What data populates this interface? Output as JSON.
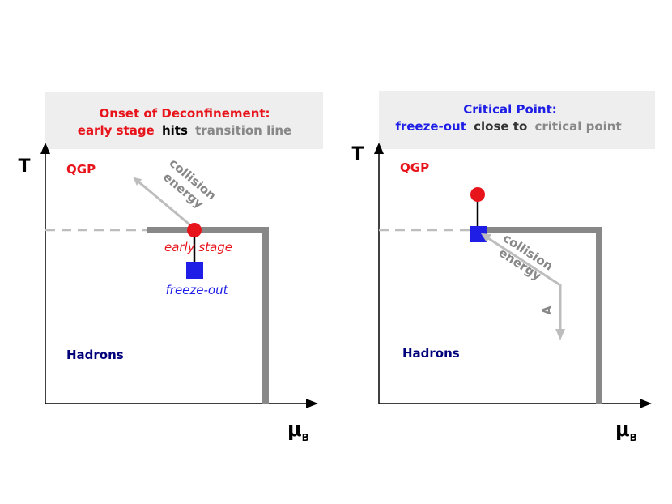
{
  "colors": {
    "red": "#e8141b",
    "blue": "#1e1ee6",
    "navy": "#00007a",
    "grey": "#888888",
    "lightgrey": "#bdbdbd",
    "panel": "#eeeeee",
    "black": "#000000"
  },
  "left": {
    "title_line1": "Onset of Deconfinement:",
    "title_line2_a": "early stage",
    "title_line2_b": "hits",
    "title_line2_c": "transition line",
    "y_axis": "T",
    "x_axis": "μ",
    "x_axis_sub": "B",
    "qgp": "QGP",
    "hadrons": "Hadrons",
    "arrow_label_1": "collision",
    "arrow_label_2": "energy",
    "early_stage": "early stage",
    "freeze_out": "freeze-out"
  },
  "right": {
    "title_line1": "Critical Point:",
    "title_line2_a": "freeze-out",
    "title_line2_b": "close to",
    "title_line2_c": "critical point",
    "y_axis": "T",
    "x_axis": "μ",
    "x_axis_sub": "B",
    "qgp": "QGP",
    "hadrons": "Hadrons",
    "arrow_label_1": "collision",
    "arrow_label_2": "energy",
    "a_label": "A"
  }
}
